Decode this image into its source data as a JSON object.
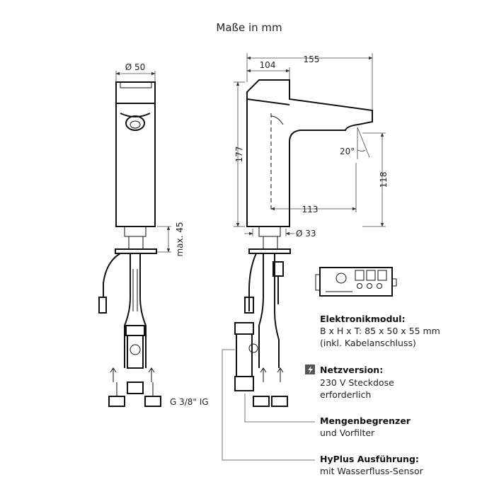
{
  "title": "Maße in mm",
  "dimensions": {
    "left_width": "Ø 50",
    "total_length": "155",
    "spout_length": "104",
    "total_height": "177",
    "outlet_height": "118",
    "angle": "20°",
    "reach": "113",
    "max_height": "max. 45",
    "base_diameter": "Ø 33",
    "thread": "G 3/8\" IG"
  },
  "notes": {
    "module_title": "Elektronikmodul:",
    "module_line1": "B x H x T: 85 x 50 x 55 mm",
    "module_line2": "(inkl. Kabelanschluss)",
    "network_title": "Netzversion:",
    "network_line1": "230 V Steckdose",
    "network_line2": "erforderlich",
    "limiter_title": "Mengenbegrenzer",
    "limiter_line1": "und Vorfilter",
    "hyplus_title": "HyPlus Ausführung:",
    "hyplus_line1": "mit Wasserfluss-Sensor"
  },
  "icons": {
    "network": "lightning-icon"
  },
  "colors": {
    "line": "#111111",
    "text": "#222222"
  }
}
